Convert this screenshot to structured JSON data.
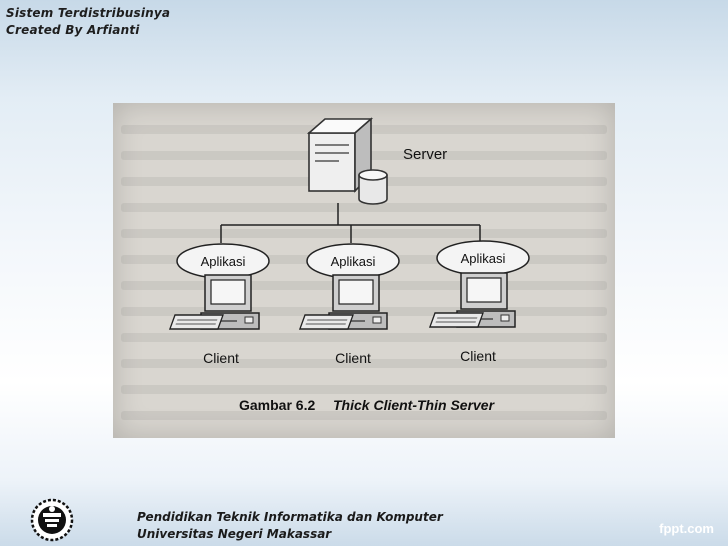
{
  "header": {
    "line1": "Sistem Terdistribusinya",
    "line2": "Created By Arfianti"
  },
  "diagram": {
    "server_label": "Server",
    "apps": [
      "Aplikasi",
      "Aplikasi",
      "Aplikasi"
    ],
    "clients": [
      "Client",
      "Client",
      "Client"
    ],
    "caption_bold": "Gambar 6.2",
    "caption_italic": "Thick Client-Thin Server"
  },
  "footer": {
    "line1": "Pendidikan Teknik Informatika dan Komputer",
    "line2": "Universitas Negeri Makassar"
  },
  "watermark": "fppt.com",
  "icons": [
    "server-icon",
    "client-computer-icon",
    "keyboard-icon",
    "university-logo-icon"
  ]
}
